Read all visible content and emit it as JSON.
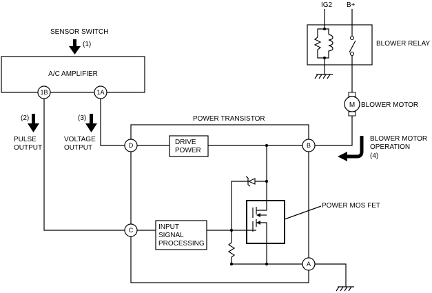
{
  "labels": {
    "sensor_switch": "SENSOR SWITCH",
    "step1": "(1)",
    "ac_amplifier": "A/C AMPLIFIER",
    "pin_1b": "1B",
    "pin_1a": "1A",
    "step2": "(2)",
    "pulse_output_line1": "PULSE",
    "pulse_output_line2": "OUTPUT",
    "step3": "(3)",
    "voltage_output_line1": "VOLTAGE",
    "voltage_output_line2": "OUTPUT",
    "power_transistor": "POWER TRANSISTOR",
    "pin_d": "D",
    "pin_b": "B",
    "pin_c": "C",
    "pin_a": "A",
    "drive_power_line1": "DRIVE",
    "drive_power_line2": "POWER",
    "input_signal_line1": "INPUT",
    "input_signal_line2": "SIGNAL",
    "input_signal_line3": "PROCESSING",
    "power_mos_fet": "POWER MOS FET",
    "ig2": "IG2",
    "b_plus": "B+",
    "blower_relay": "BLOWER RELAY",
    "motor_symbol": "M",
    "blower_motor": "BLOWER MOTOR",
    "blower_op_line1": "BLOWER MOTOR",
    "blower_op_line2": "OPERATION",
    "step4": "(4)"
  }
}
